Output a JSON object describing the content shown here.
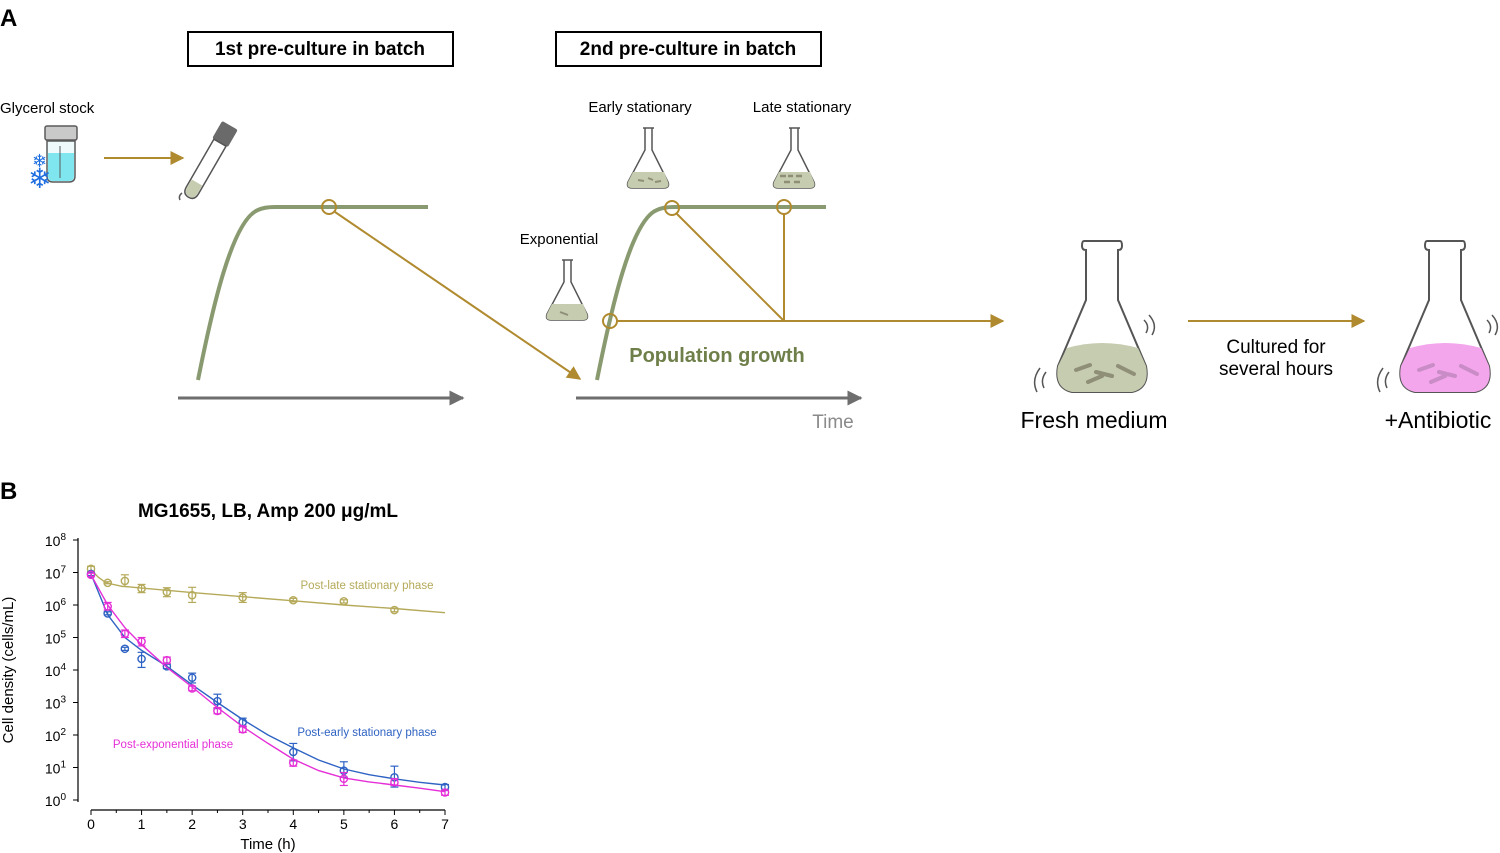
{
  "panel_a": {
    "panel_label": "A",
    "box1": "1st pre-culture in batch",
    "box2": "2nd pre-culture in batch",
    "glycerol_stock": "Glycerol stock",
    "early_stationary": "Early stationary",
    "late_stationary": "Late stationary",
    "exponential": "Exponential",
    "population_growth": "Population growth",
    "time": "Time",
    "cultured_line1": "Cultured for",
    "cultured_line2": "several hours",
    "fresh_medium": "Fresh medium",
    "antibiotic": "+Antibiotic",
    "colors": {
      "curve": "#8a9a70",
      "arrow": "#b08a2e",
      "axis": "#6e6e6e",
      "growth_label": "#6f7f4a",
      "culture_liquid": "#c6ccaf",
      "antibiotic_liquid": "#f3a6ec",
      "bacteria": "#8f8f78",
      "antibiotic_bacteria": "#c98cc6",
      "glycerol_liquid": "#7fe6f0",
      "snowflake": "#1f6fe0"
    }
  },
  "panel_b": {
    "panel_label": "B",
    "chart_data": {
      "type": "scatter",
      "title": "MG1655, LB, Amp 200 μg/mL",
      "xlabel": "Time (h)",
      "ylabel": "Cell density (cells/mL)",
      "x_ticks": [
        "0",
        "1",
        "2",
        "3",
        "4",
        "5",
        "6",
        "7"
      ],
      "y_ticks": [
        {
          "base": "10",
          "exp": "0"
        },
        {
          "base": "10",
          "exp": "1"
        },
        {
          "base": "10",
          "exp": "2"
        },
        {
          "base": "10",
          "exp": "3"
        },
        {
          "base": "10",
          "exp": "4"
        },
        {
          "base": "10",
          "exp": "5"
        },
        {
          "base": "10",
          "exp": "6"
        },
        {
          "base": "10",
          "exp": "7"
        },
        {
          "base": "10",
          "exp": "8"
        }
      ],
      "xlim": [
        0,
        7
      ],
      "ylim_log10": [
        0,
        8
      ],
      "yscale": "log",
      "grid": false,
      "series": [
        {
          "name": "Post-late stationary phase",
          "color": "#b5aa5a",
          "points": [
            {
              "x": 0,
              "y": 13000000,
              "lo": 11000000,
              "hi": 15500000
            },
            {
              "x": 0.33,
              "y": 4800000,
              "lo": 4500000,
              "hi": 5200000
            },
            {
              "x": 0.67,
              "y": 5500000,
              "lo": 3700000,
              "hi": 8500000
            },
            {
              "x": 1,
              "y": 3200000,
              "lo": 2400000,
              "hi": 4300000
            },
            {
              "x": 1.5,
              "y": 2500000,
              "lo": 1800000,
              "hi": 3400000
            },
            {
              "x": 2,
              "y": 2000000,
              "lo": 1200000,
              "hi": 3500000
            },
            {
              "x": 3,
              "y": 1700000,
              "lo": 1200000,
              "hi": 2400000
            },
            {
              "x": 4,
              "y": 1400000,
              "lo": 1250000,
              "hi": 1600000
            },
            {
              "x": 5,
              "y": 1300000,
              "lo": 1150000,
              "hi": 1450000
            },
            {
              "x": 6,
              "y": 700000,
              "lo": 620000,
              "hi": 800000
            }
          ],
          "fit": [
            [
              0,
              12000000
            ],
            [
              0.15,
              7000000
            ],
            [
              0.3,
              4800000
            ],
            [
              0.6,
              3800000
            ],
            [
              1,
              3300000
            ],
            [
              2,
              2400000
            ],
            [
              3,
              1800000
            ],
            [
              4,
              1350000
            ],
            [
              5,
              1000000
            ],
            [
              6,
              780000
            ],
            [
              7,
              580000
            ]
          ]
        },
        {
          "name": "Post-early stationary phase",
          "color": "#2f63c3",
          "points": [
            {
              "x": 0,
              "y": 9000000,
              "lo": 8000000,
              "hi": 10000000
            },
            {
              "x": 0.33,
              "y": 550000,
              "lo": 500000,
              "hi": 620000
            },
            {
              "x": 0.67,
              "y": 45000,
              "lo": 40000,
              "hi": 50000
            },
            {
              "x": 1,
              "y": 22000,
              "lo": 12000,
              "hi": 35000
            },
            {
              "x": 1.5,
              "y": 13000,
              "lo": 11000,
              "hi": 15000
            },
            {
              "x": 2,
              "y": 5800,
              "lo": 4000,
              "hi": 8000
            },
            {
              "x": 2.5,
              "y": 1100,
              "lo": 650,
              "hi": 1800
            },
            {
              "x": 3,
              "y": 250,
              "lo": 180,
              "hi": 330
            },
            {
              "x": 4,
              "y": 30,
              "lo": 16,
              "hi": 55
            },
            {
              "x": 5,
              "y": 8,
              "lo": 5,
              "hi": 15
            },
            {
              "x": 6,
              "y": 5,
              "lo": 2.5,
              "hi": 11
            },
            {
              "x": 7,
              "y": 2.5,
              "lo": 2,
              "hi": 3
            }
          ],
          "fit": [
            [
              0,
              9000000
            ],
            [
              0.33,
              500000
            ],
            [
              0.67,
              100000
            ],
            [
              1,
              40000
            ],
            [
              1.5,
              13000
            ],
            [
              2,
              3500
            ],
            [
              2.5,
              1000
            ],
            [
              3,
              300
            ],
            [
              3.5,
              100
            ],
            [
              4,
              40
            ],
            [
              4.5,
              17
            ],
            [
              5,
              9
            ],
            [
              5.5,
              6
            ],
            [
              6,
              4.5
            ],
            [
              6.5,
              3.5
            ],
            [
              7,
              2.9
            ]
          ]
        },
        {
          "name": "Post-exponential phase",
          "color": "#e52fd7",
          "points": [
            {
              "x": 0,
              "y": 8500000,
              "lo": 7500000,
              "hi": 9500000
            },
            {
              "x": 0.33,
              "y": 900000,
              "lo": 700000,
              "hi": 1200000
            },
            {
              "x": 0.67,
              "y": 130000,
              "lo": 100000,
              "hi": 170000
            },
            {
              "x": 1,
              "y": 75000,
              "lo": 55000,
              "hi": 100000
            },
            {
              "x": 1.5,
              "y": 20000,
              "lo": 16000,
              "hi": 25000
            },
            {
              "x": 2,
              "y": 2700,
              "lo": 2300,
              "hi": 3200
            },
            {
              "x": 2.5,
              "y": 550,
              "lo": 450,
              "hi": 700
            },
            {
              "x": 3,
              "y": 150,
              "lo": 120,
              "hi": 190
            },
            {
              "x": 4,
              "y": 14,
              "lo": 11,
              "hi": 17
            },
            {
              "x": 5,
              "y": 4.5,
              "lo": 2.8,
              "hi": 7
            },
            {
              "x": 6,
              "y": 3.5,
              "lo": 2.8,
              "hi": 4.5
            },
            {
              "x": 7,
              "y": 1.7,
              "lo": 1.4,
              "hi": 2
            }
          ],
          "fit": [
            [
              0,
              8500000
            ],
            [
              0.33,
              1000000
            ],
            [
              0.67,
              200000
            ],
            [
              1,
              60000
            ],
            [
              1.5,
              12000
            ],
            [
              2,
              3000
            ],
            [
              2.5,
              700
            ],
            [
              3,
              180
            ],
            [
              3.5,
              55
            ],
            [
              4,
              18
            ],
            [
              4.5,
              8
            ],
            [
              5,
              4.8
            ],
            [
              5.5,
              3.6
            ],
            [
              6,
              2.9
            ],
            [
              6.5,
              2.3
            ],
            [
              7,
              1.8
            ]
          ]
        }
      ]
    }
  }
}
